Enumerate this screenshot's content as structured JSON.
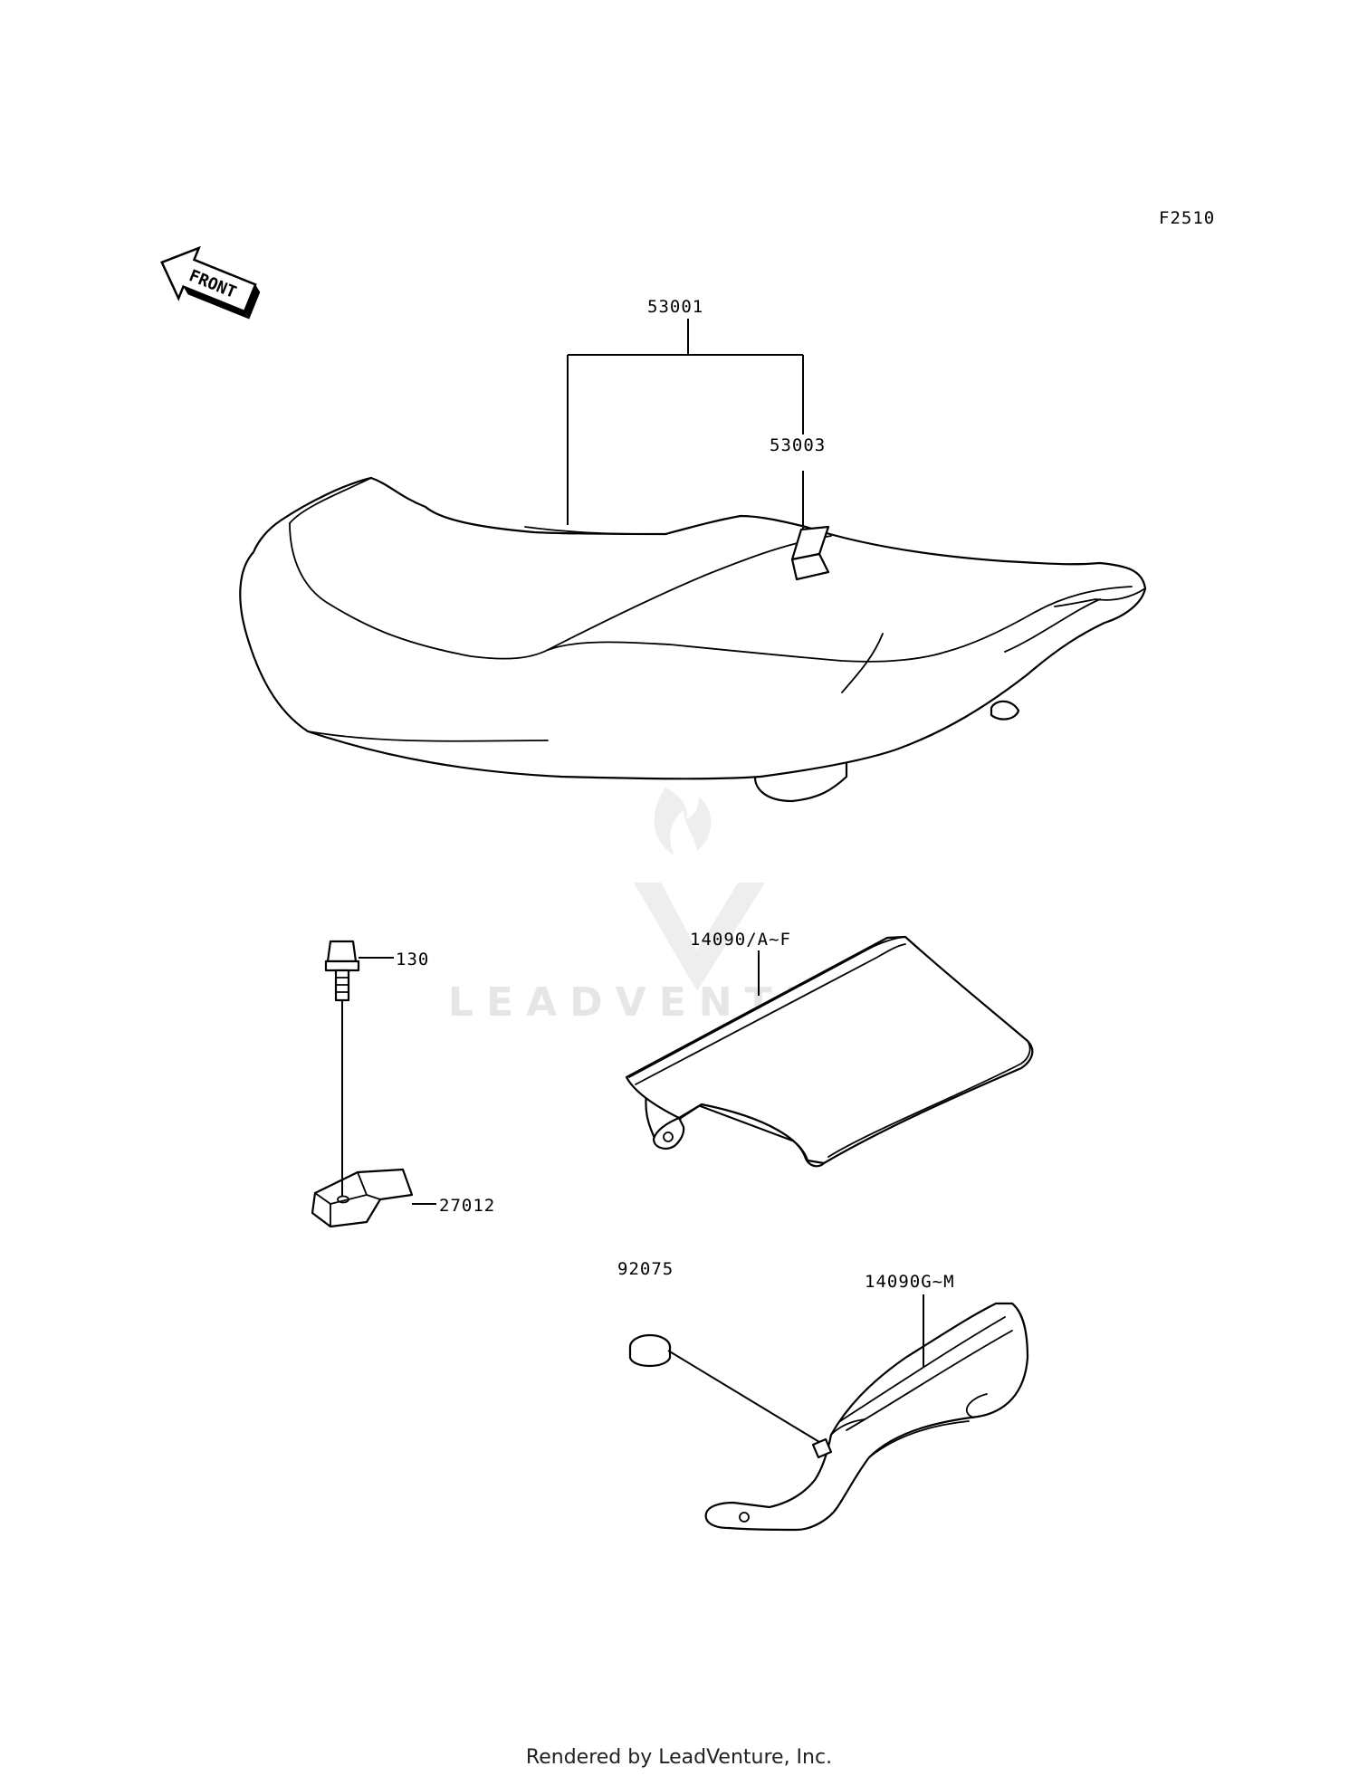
{
  "diagram_id": "F2510",
  "front_label": "FRONT",
  "watermark": "LEADVENTURE",
  "footer": "Rendered by LeadVenture, Inc.",
  "callouts": {
    "seat_assy": "53001",
    "seat_strap": "53003",
    "bolt": "130",
    "clamp": "27012",
    "cover_a": "14090/A~F",
    "damper": "92075",
    "cover_g": "14090G~M"
  }
}
